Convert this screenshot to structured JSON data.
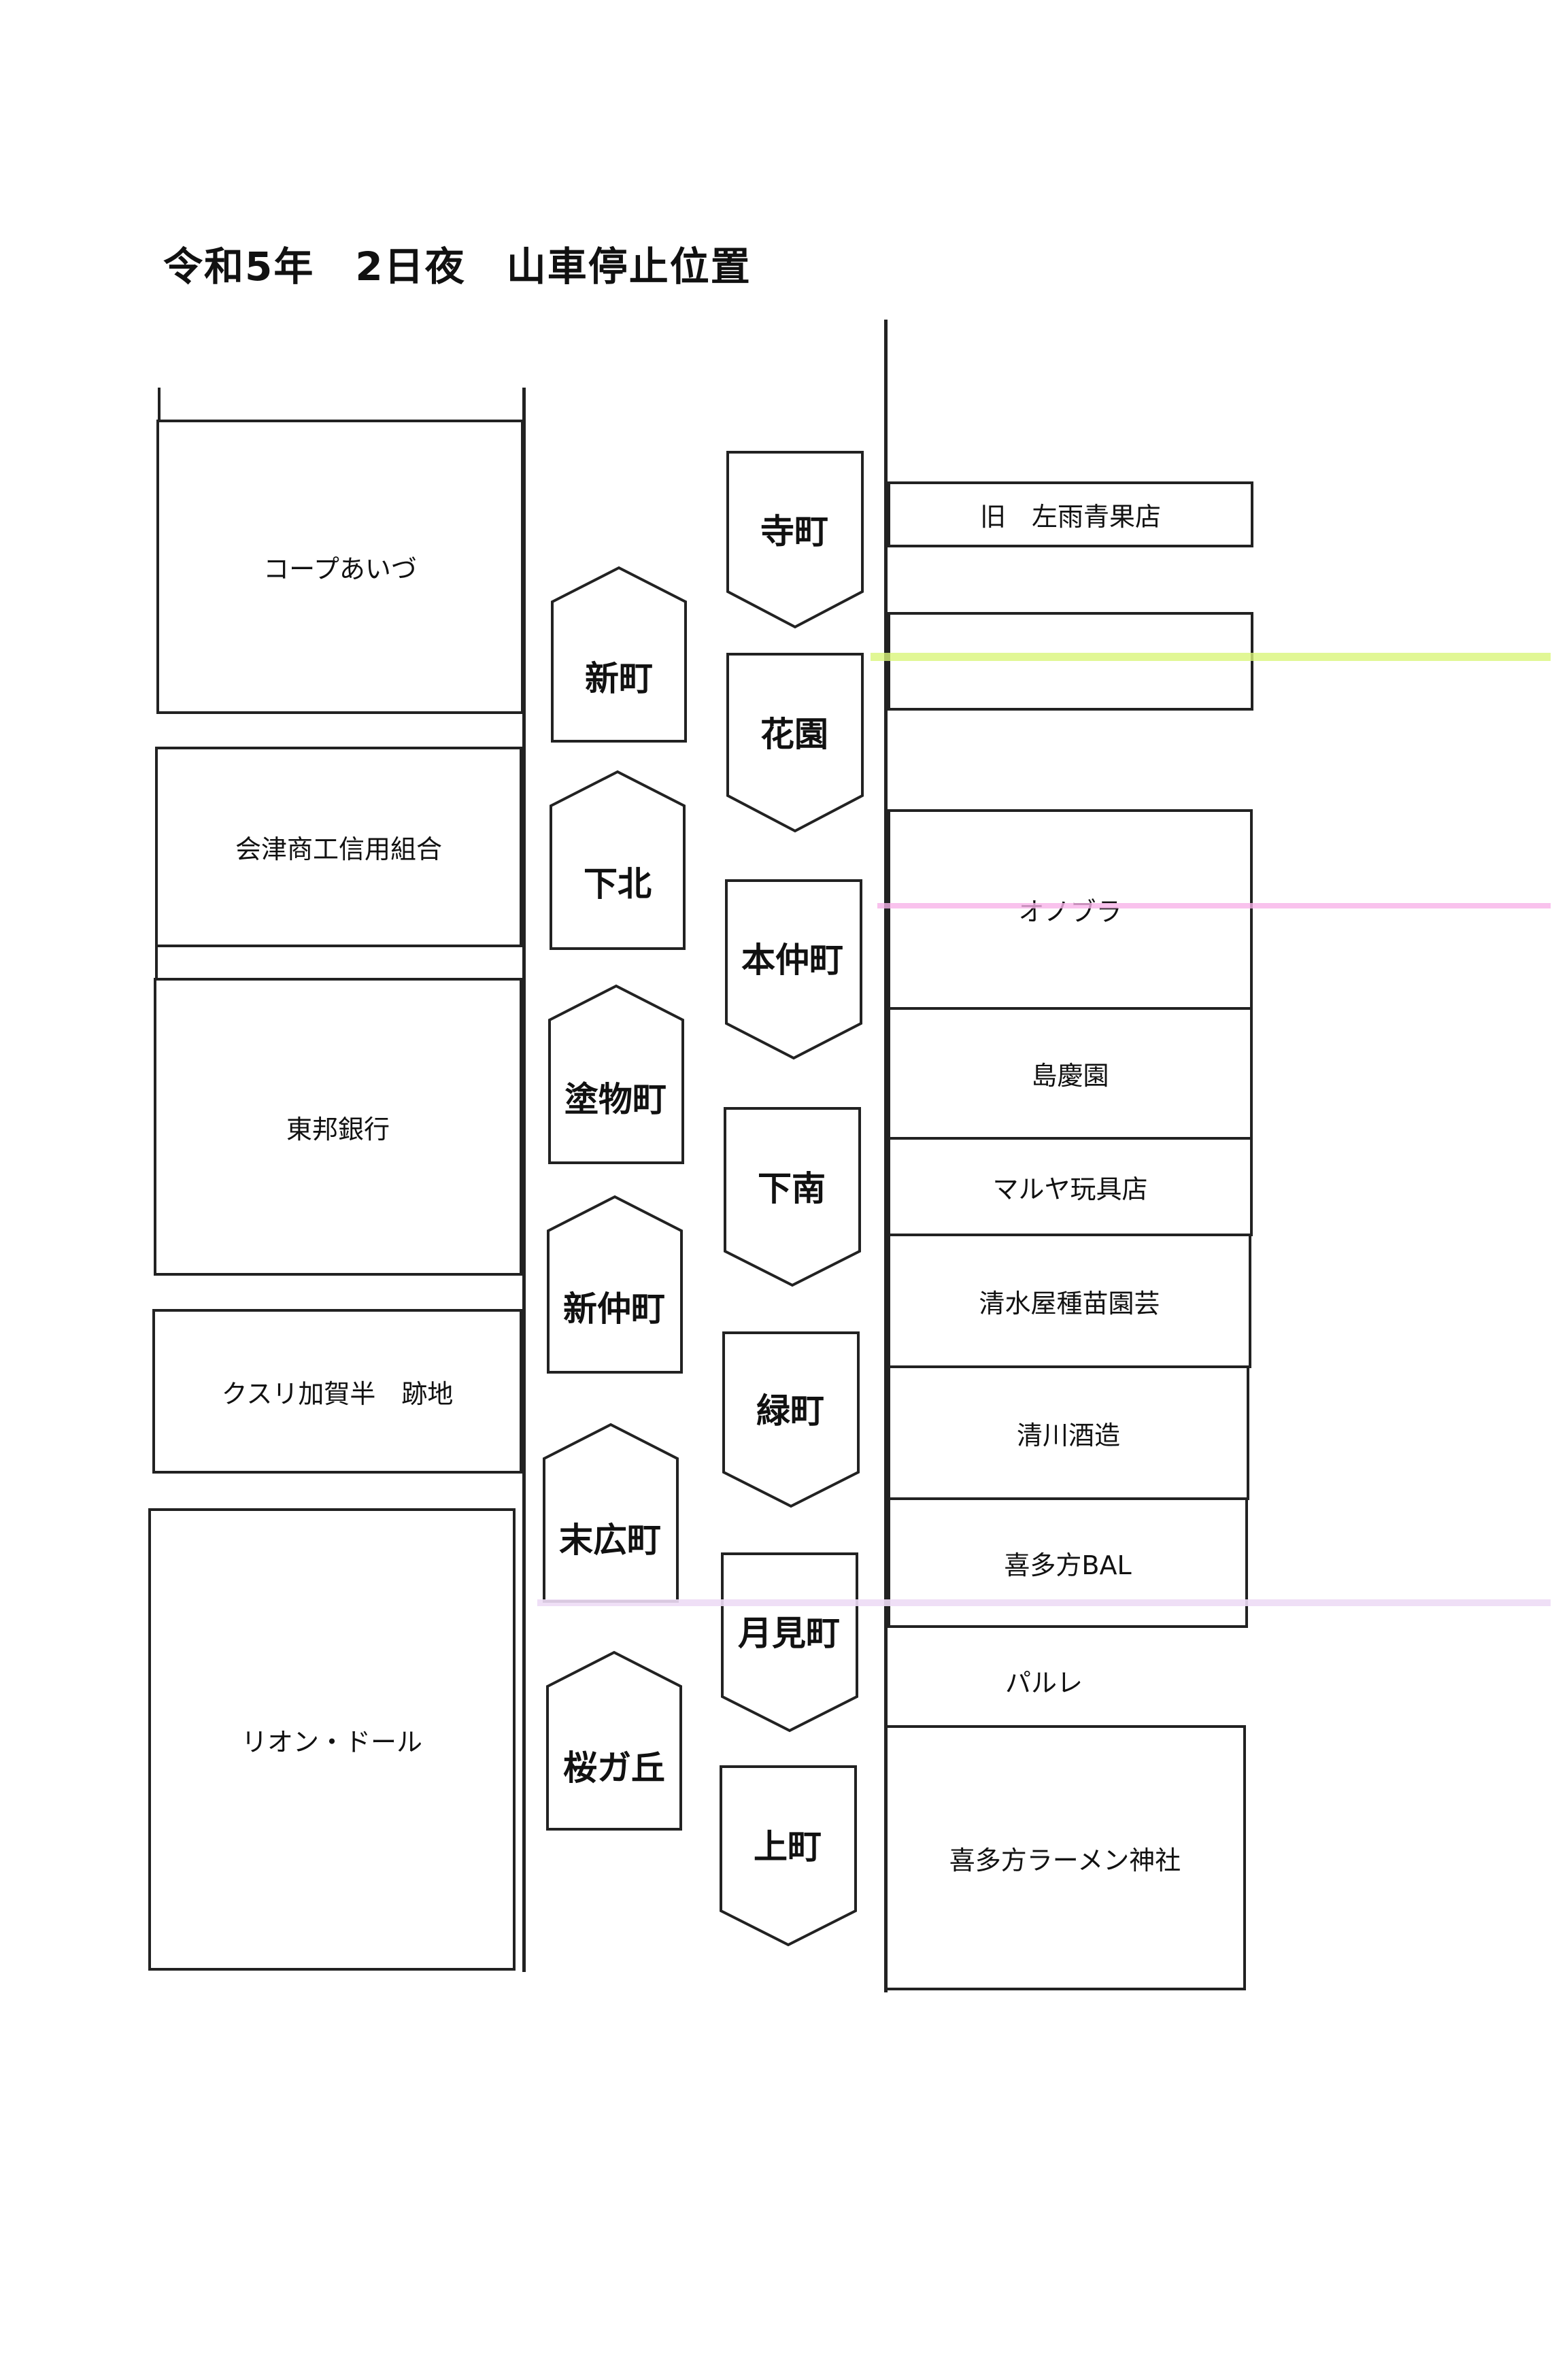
{
  "title": "令和5年　2日夜　山車停止位置",
  "left_buildings": [
    "コープあいづ",
    "会津商工信用組合",
    "東邦銀行",
    "クスリ加賀半　跡地",
    "リオン・ドール"
  ],
  "right_buildings": [
    "旧　左雨青果店",
    "",
    "オノブラ",
    "島慶園",
    "マルヤ玩具店",
    "清水屋種苗園芸",
    "清川酒造",
    "喜多方BAL",
    "喜多方ラーメン神社"
  ],
  "right_gap_label": "パルレ",
  "floats_left": [
    "新町",
    "下北",
    "塗物町",
    "新仲町",
    "末広町",
    "桜ガ丘"
  ],
  "floats_right": [
    "寺町",
    "花園",
    "本仲町",
    "下南",
    "緑町",
    "月見町",
    "上町"
  ],
  "colors": {
    "line": "#222222",
    "background": "#ffffff",
    "scan_artifact_green": "#d9f57a",
    "scan_artifact_pink": "#f7b3e8"
  }
}
